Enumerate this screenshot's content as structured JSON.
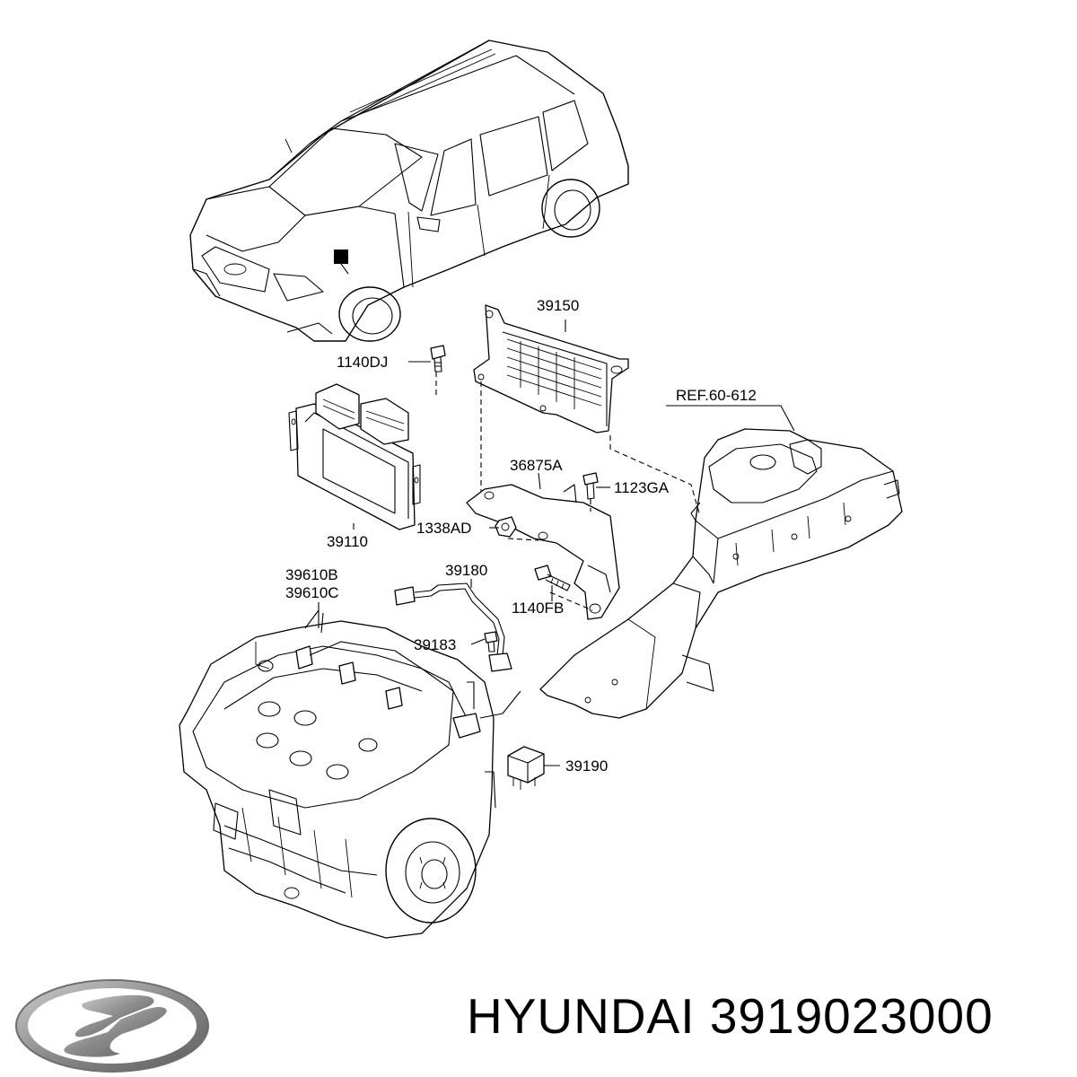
{
  "callouts": [
    {
      "id": "39150",
      "text": "39150"
    },
    {
      "id": "1140DJ",
      "text": "1140DJ"
    },
    {
      "id": "REF",
      "text": "REF.60-612"
    },
    {
      "id": "36875A",
      "text": "36875A"
    },
    {
      "id": "1123GA",
      "text": "1123GA"
    },
    {
      "id": "1338AD",
      "text": "1338AD"
    },
    {
      "id": "39110",
      "text": "39110"
    },
    {
      "id": "39610B",
      "text": "39610B"
    },
    {
      "id": "39610C",
      "text": "39610C"
    },
    {
      "id": "39180",
      "text": "39180"
    },
    {
      "id": "1140FB",
      "text": "1140FB"
    },
    {
      "id": "39183",
      "text": "39183"
    },
    {
      "id": "39190",
      "text": "39190"
    }
  ],
  "brand": {
    "name": "HYUNDAI",
    "part_number": "3919023000",
    "logo_icon": "hyundai-logo-icon"
  },
  "colors": {
    "line": "#000000",
    "background": "#ffffff",
    "logo_gray": "#8a8a8a"
  }
}
